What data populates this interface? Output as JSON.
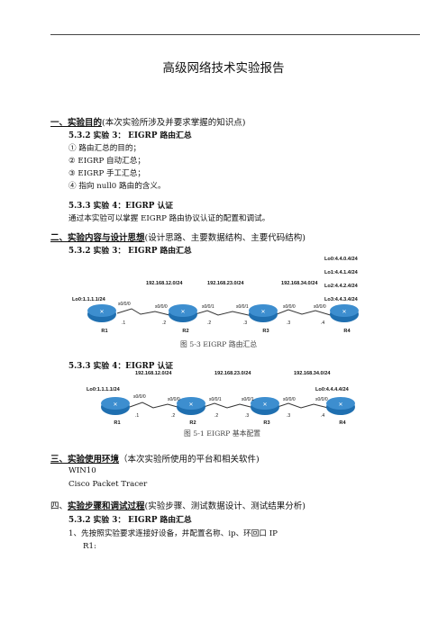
{
  "title": "高级网络技术实验报告",
  "s1": {
    "num": "一、",
    "head": "实验目的",
    "head_note": "(本次实验所涉及并要求掌握的知识点)",
    "sub1": "5.3.2  实验  3：  EIGRP  路由汇总",
    "items": [
      "① 路由汇总的目的；",
      "② EIGRP  自动汇总；",
      "③ EIGRP  手工汇总；",
      "④ 指向  null0  路由的含义。"
    ],
    "sub2": "5.3.3  实验  4：EIGRP  认证",
    "sub2_text": "通过本实验可以掌握  EIGRP  路由协议认证的配置和调试。"
  },
  "s2": {
    "num": "二、",
    "head": "实验内容与设计思想",
    "head_note": "(设计思路、主要数据结构、主要代码结构)",
    "sub1": "5.3.2  实验  3：   EIGRP  路由汇总",
    "sub2": "5.3.3  实验  4：EIGRP  认证"
  },
  "fig1": {
    "caption": "图 5-3 EIGRP 路由汇总",
    "nets": [
      "192.168.12.0/24",
      "192.168.23.0/24",
      "192.168.34.0/24"
    ],
    "r1_lo": "Lo0:1.1.1.1/24",
    "r4_lo": [
      "Lo0:4.4.0.4/24",
      "Lo1:4.4.1.4/24",
      "Lo2:4.4.2.4/24",
      "Lo3:4.4.3.4/24"
    ],
    "ifs": [
      "s0/0/0",
      "s0/0/0",
      "s0/0/1",
      "s0/0/1",
      "s0/0/0",
      "s0/0/0"
    ],
    "hosts": [
      ".1",
      ".2",
      ".2",
      ".3",
      ".3",
      ".4"
    ],
    "routers": [
      "R1",
      "R2",
      "R3",
      "R4"
    ]
  },
  "fig2": {
    "caption": "图 5-1    EIGRP 基本配置",
    "nets": [
      "192.168.12.0/24",
      "192.168.23.0/24",
      "192.168.34.0/24"
    ],
    "r1_lo": "Lo0:1.1.1.1/24",
    "r4_lo": "Lo0:4.4.4.4/24",
    "ifs": [
      "s0/0/0",
      "s0/0/0",
      "s0/0/1",
      "s0/0/1",
      "s0/0/0",
      "s0/0/0"
    ],
    "hosts": [
      ".1",
      ".2",
      ".2",
      ".3",
      ".3",
      ".4"
    ],
    "routers": [
      "R1",
      "R2",
      "R3",
      "R4"
    ]
  },
  "s3": {
    "num": "三、",
    "head": "实验使用环境",
    "head_note": "（本次实验所使用的平台和相关软件)",
    "lines": [
      "WIN10",
      "Cisco Packet Tracer"
    ]
  },
  "s4": {
    "num": "四、",
    "head": "实验步骤和调试过程",
    "head_note": "(实验步骤、测试数据设计、测试结果分析)",
    "sub1": "5.3.2  实验  3：   EIGRP  路由汇总",
    "step1": "1、先按照实验要求连接好设备，并配置名称、ip、环回口 IP",
    "r1": "R1:"
  }
}
